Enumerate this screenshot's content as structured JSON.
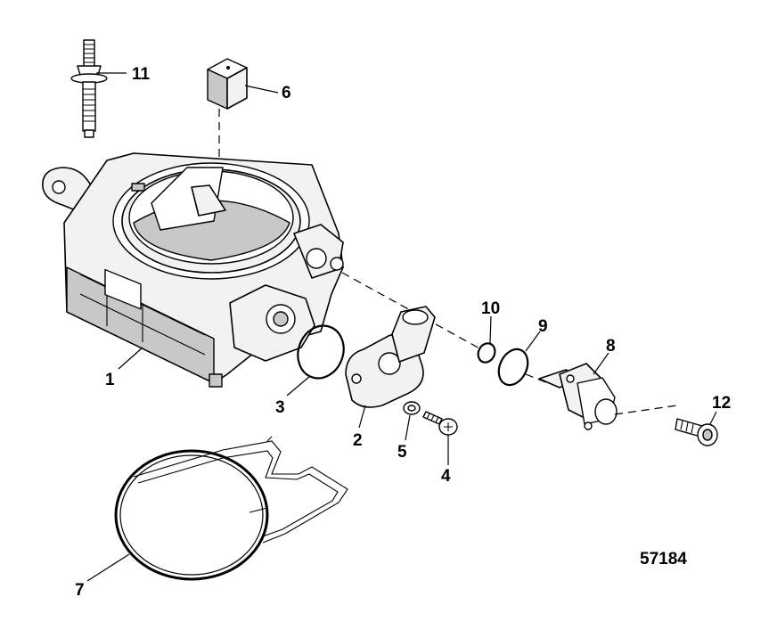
{
  "diagram": {
    "figure_number": "57184",
    "callouts": [
      {
        "id": "label-1",
        "text": "1"
      },
      {
        "id": "label-2",
        "text": "2"
      },
      {
        "id": "label-3",
        "text": "3"
      },
      {
        "id": "label-4",
        "text": "4"
      },
      {
        "id": "label-5",
        "text": "5"
      },
      {
        "id": "label-6",
        "text": "6"
      },
      {
        "id": "label-7",
        "text": "7"
      },
      {
        "id": "label-8",
        "text": "8"
      },
      {
        "id": "label-9",
        "text": "9"
      },
      {
        "id": "label-10",
        "text": "10"
      },
      {
        "id": "label-11",
        "text": "11"
      },
      {
        "id": "label-12",
        "text": "12"
      }
    ]
  }
}
